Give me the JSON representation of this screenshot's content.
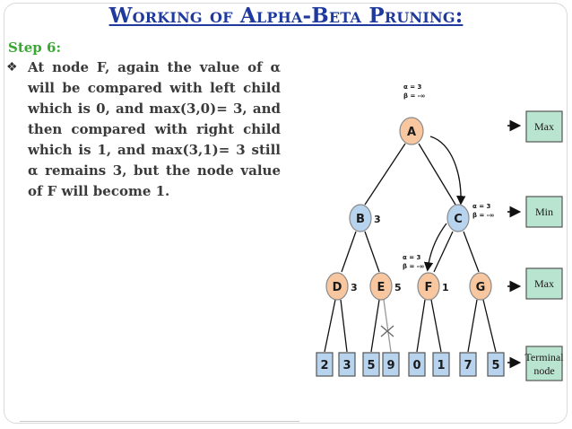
{
  "title": "Working of Alpha-Beta Pruning:",
  "step_label": "Step 6:",
  "bullet_symbol": "❖",
  "paragraph": "At node F, again the value of α will be compared with left child which is 0, and max(3,0)= 3, and then compared with right child which is 1, and max(3,1)= 3 still α remains 3, but the node value of F will become 1.",
  "diagram": {
    "nodes": {
      "A": "A",
      "B": "B",
      "C": "C",
      "D": "D",
      "E": "E",
      "F": "F",
      "G": "G"
    },
    "node_values": {
      "B": "3",
      "D": "3",
      "E": "5",
      "F": "1"
    },
    "alpha_beta_A": {
      "alpha": "α = 3",
      "beta": "β = -∞"
    },
    "alpha_beta_C": {
      "alpha": "α = 3",
      "beta": "β = -∞"
    },
    "alpha_beta_F": {
      "alpha": "α = 3",
      "beta": "β = -∞"
    },
    "terminals": [
      "2",
      "3",
      "5",
      "9",
      "0",
      "1",
      "7",
      "5"
    ],
    "levels": [
      "Max",
      "Min",
      "Max",
      "Terminal node"
    ]
  },
  "colors": {
    "title": "#1f3a9c",
    "step": "#3aa832",
    "node_max": "#f9c79f",
    "node_min": "#b8d3ee",
    "terminal": "#b8d3ee",
    "level_box": "#b9e4cf"
  }
}
